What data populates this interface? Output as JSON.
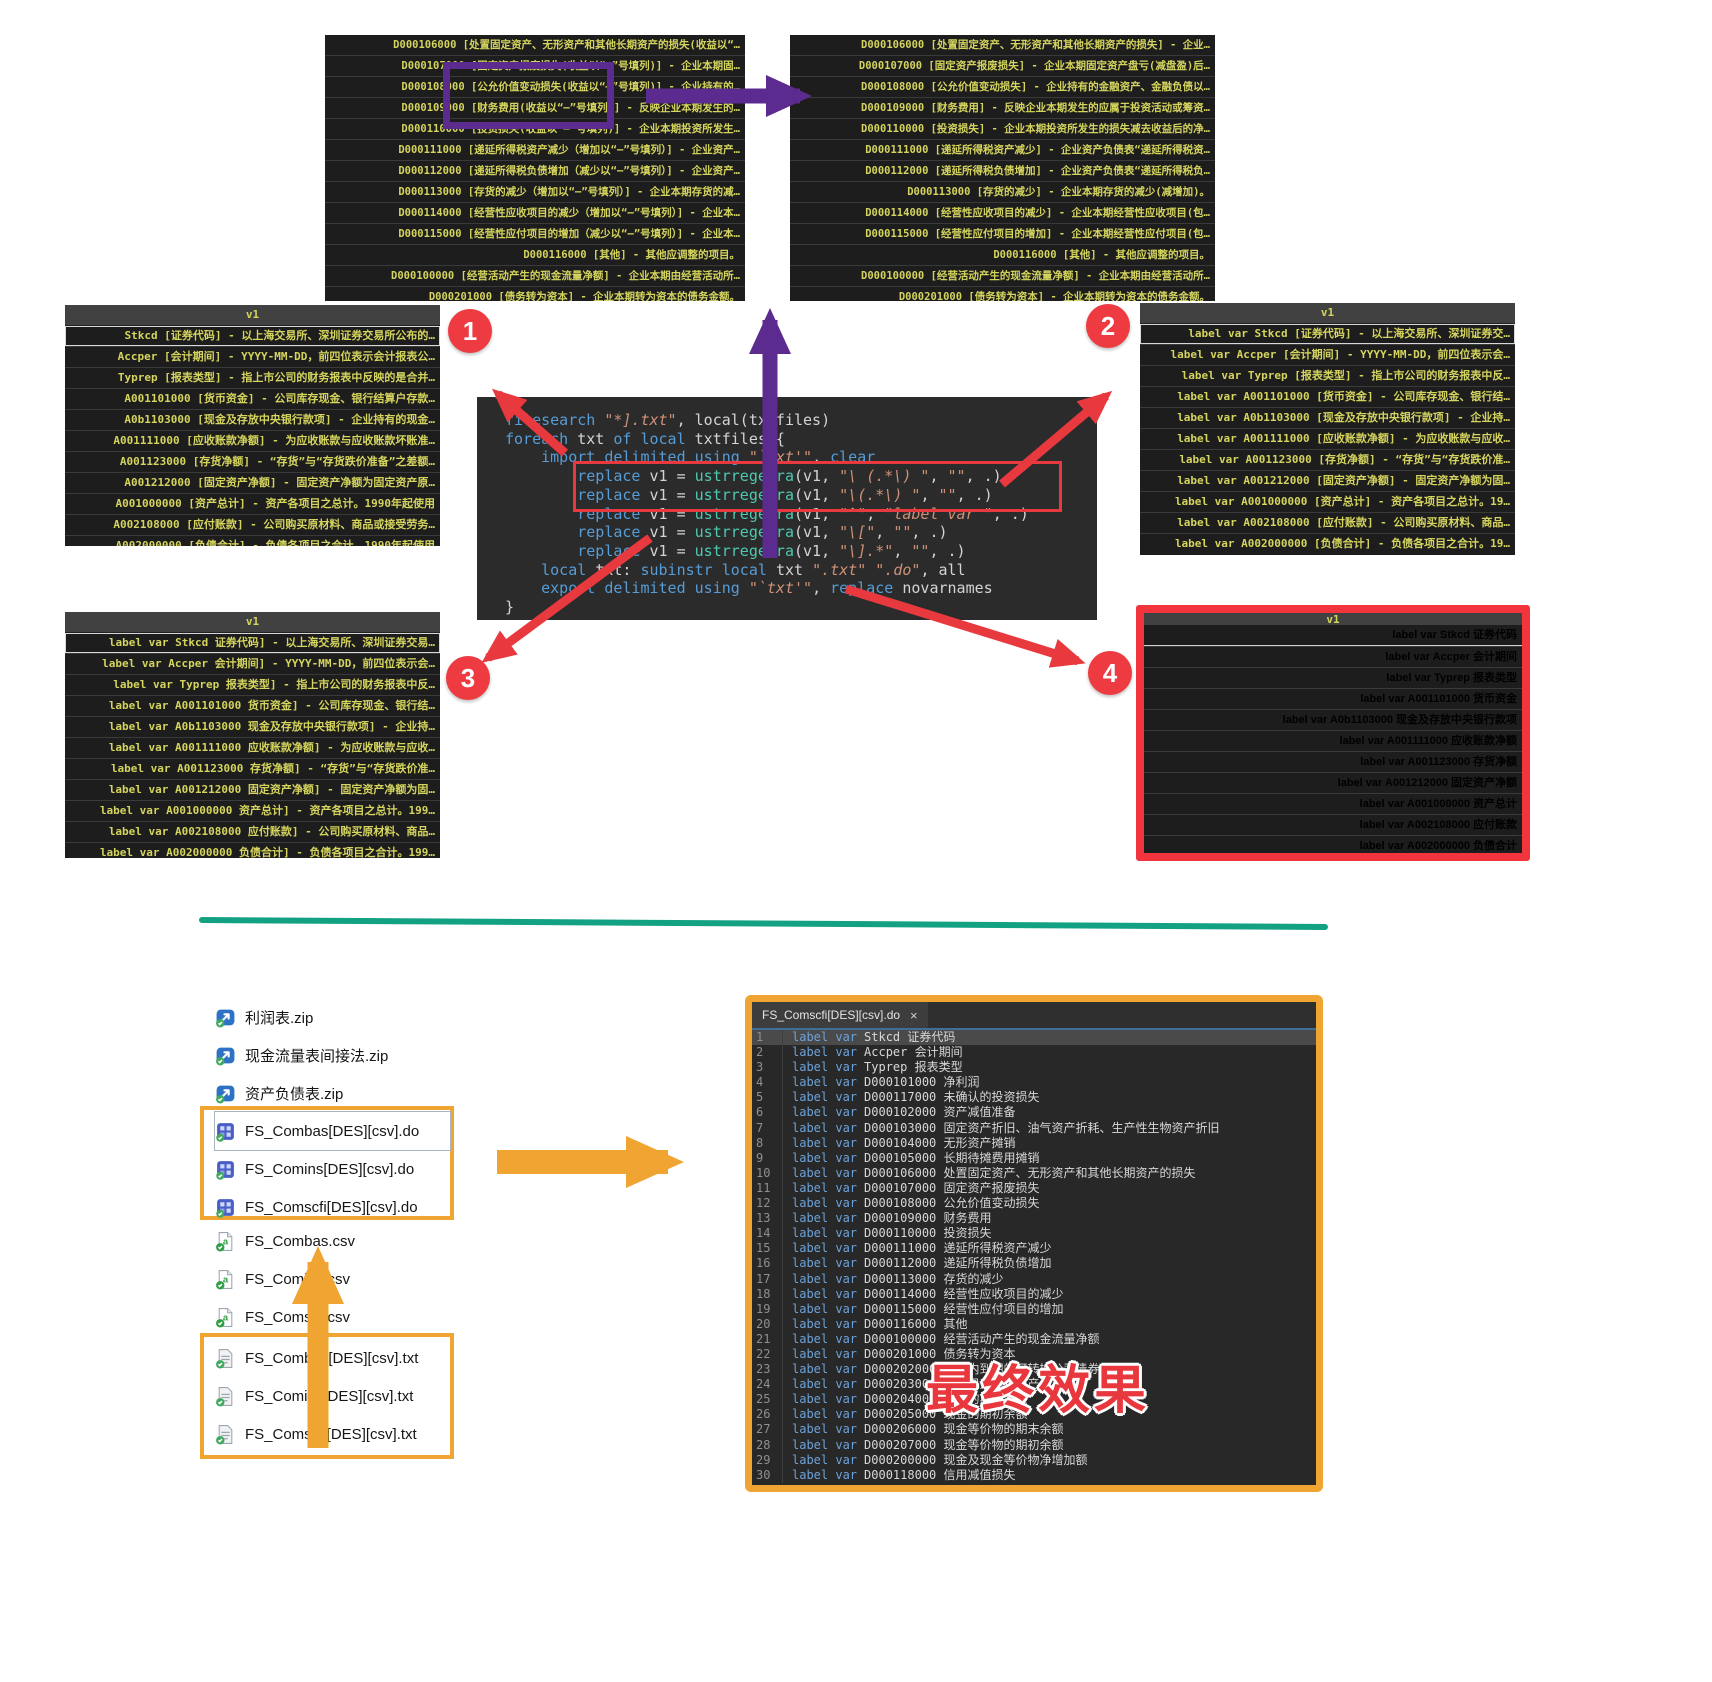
{
  "colors": {
    "accent_red": "#e8393f",
    "accent_purple": "#5b2b90",
    "accent_orange": "#f0a431",
    "teal_divider": "#13a184",
    "terminal_text": "#d4d45e",
    "keyword_blue": "#569cd6",
    "function_teal": "#4ec9b0",
    "string_orange": "#ce9178",
    "label_var_blue": "#6ca2d8"
  },
  "steps": {
    "s1": "1",
    "s2": "2",
    "s3": "3",
    "s4": "4"
  },
  "panel_tl": {
    "rows": [
      "D000106000 [处置固定资产、无形资产和其他长期资产的损失(收益以“…",
      "D000107000 [固定资产报废损失(收益以“—”号填列)] - 企业本期固…",
      "D000108000 [公允价值变动损失(收益以“—”号填列)] - 企业持有的…",
      "D000109000 [财务费用(收益以“—”号填列)] - 反映企业本期发生的…",
      "D000110000 [投资损失(收益以“—”号填列)] - 企业本期投资所发生…",
      "D000111000 [递延所得税资产减少（增加以“—”号填列）] - 企业资产…",
      "D000112000 [递延所得税负债增加（减少以“—”号填列）] - 企业资产…",
      "D000113000 [存货的减少（增加以“—”号填列）] - 企业本期存货的减…",
      "D000114000 [经营性应收项目的减少（增加以“—”号填列）] - 企业本…",
      "D000115000 [经营性应付项目的增加（减少以“—”号填列）] - 企业本…",
      "D000116000 [其他] - 其他应调整的项目。",
      "D000100000 [经营活动产生的现金流量净额] - 企业本期由经营活动所…",
      "D000201000 [债务转为资本] - 企业本期转为资本的债务金额。"
    ]
  },
  "panel_tr": {
    "rows": [
      "D000106000 [处置固定资产、无形资产和其他长期资产的损失] - 企业…",
      "D000107000 [固定资产报废损失] - 企业本期固定资产盘亏(减盘盈)后…",
      "D000108000 [公允价值变动损失] - 企业持有的金融资产、金融负债以…",
      "D000109000 [财务费用] - 反映企业本期发生的应属于投资活动或筹资…",
      "D000110000 [投资损失] - 企业本期投资所发生的损失减去收益后的净…",
      "D000111000 [递延所得税资产减少] - 企业资产负债表“递延所得税资…",
      "D000112000 [递延所得税负债增加] - 企业资产负债表“递延所得税负…",
      "D000113000 [存货的减少] - 企业本期存货的减少(减增加)。",
      "D000114000 [经营性应收项目的减少] - 企业本期经营性应收项目(包…",
      "D000115000 [经营性应付项目的增加] - 企业本期经营性应付项目(包…",
      "D000116000 [其他] - 其他应调整的项目。",
      "D000100000 [经营活动产生的现金流量净额] - 企业本期由经营活动所…",
      "D000201000 [债务转为资本] - 企业本期转为资本的债务金额。"
    ]
  },
  "panel1": {
    "header": "v1",
    "rows": [
      "Stkcd [证券代码] - 以上海交易所、深圳证券交易所公布的…",
      "Accper [会计期间] - YYYY-MM-DD，前四位表示会计报表公…",
      "Typrep [报表类型] - 指上市公司的财务报表中反映的是合并…",
      "A001101000 [货币资金] - 公司库存现金、银行结算户存款…",
      "A0b1103000 [现金及存放中央银行款项] - 企业持有的现金…",
      "A001111000 [应收账款净额] - 为应收账款与应收账款坏账准…",
      "A001123000 [存货净额] - “存货”与“存货跌价准备”之差额…",
      "A001212000 [固定资产净额] - 固定资产净额为固定资产原…",
      "A001000000 [资产总计] - 资产各项目之总计。1990年起使用",
      "A002108000 [应付账款] - 公司购买原材料、商品或接受劳务…",
      "A002000000 [负债合计] - 负债各项目之合计。1990年起使用"
    ]
  },
  "panel2": {
    "header": "v1",
    "rows": [
      "label var Stkcd [证券代码] - 以上海交易所、深圳证券交…",
      "label var Accper [会计期间] - YYYY-MM-DD，前四位表示会…",
      "label var Typrep [报表类型] - 指上市公司的财务报表中反…",
      "label var A001101000 [货币资金] - 公司库存现金、银行结…",
      "label var A0b1103000 [现金及存放中央银行款项] - 企业持…",
      "label var A001111000 [应收账款净额] - 为应收账款与应收…",
      "label var A001123000 [存货净额] - “存货”与“存货跌价准…",
      "label var A001212000 [固定资产净额] - 固定资产净额为固…",
      "label var A001000000 [资产总计] - 资产各项目之总计。19…",
      "label var A002108000 [应付账款] - 公司购买原材料、商品…",
      "label var A002000000 [负债合计] - 负债各项目之合计。19…"
    ]
  },
  "panel3": {
    "header": "v1",
    "rows": [
      "label var Stkcd 证券代码] - 以上海交易所、深圳证券交易…",
      "label var Accper 会计期间] - YYYY-MM-DD，前四位表示会…",
      "label var Typrep 报表类型] - 指上市公司的财务报表中反…",
      "label var A001101000 货币资金] - 公司库存现金、银行结…",
      "label var A0b1103000 现金及存放中央银行款项] - 企业持…",
      "label var A001111000 应收账款净额] - 为应收账款与应收…",
      "label var A001123000 存货净额] - “存货”与“存货跌价准…",
      "label var A001212000 固定资产净额] - 固定资产净额为固…",
      "label var A001000000 资产总计] - 资产各项目之总计。199…",
      "label var A002108000 应付账款] - 公司购买原材料、商品…",
      "label var A002000000 负债合计] - 负债各项目之合计。199…"
    ]
  },
  "panel4": {
    "header": "v1",
    "rows": [
      "label var Stkcd 证券代码",
      "label var Accper 会计期间",
      "label var Typrep 报表类型",
      "label var A001101000 货币资金",
      "label var A0b1103000 现金及存放中央银行款项",
      "label var A001111000 应收账款净额",
      "label var A001123000 存货净额",
      "label var A001212000 固定资产净额",
      "label var A001000000 资产总计",
      "label var A002108000 应付账款",
      "label var A002000000 负债合计"
    ]
  },
  "code": {
    "lines": [
      [
        [
          "k",
          "filesearch "
        ],
        [
          "s",
          "\"*].txt\""
        ],
        [
          "p",
          ", local(txtfiles)"
        ]
      ],
      [
        [
          "k",
          "foreach "
        ],
        [
          "p",
          "txt "
        ],
        [
          "k",
          "of local "
        ],
        [
          "p",
          "txtfiles {"
        ]
      ],
      [
        [
          "p",
          "    "
        ],
        [
          "k",
          "import delimited using "
        ],
        [
          "s",
          "\"`txt'\""
        ],
        [
          "p",
          ", "
        ],
        [
          "k",
          "clear"
        ]
      ],
      [
        [
          "p",
          "        "
        ],
        [
          "k",
          "replace "
        ],
        [
          "p",
          "v1 = "
        ],
        [
          "f",
          "ustrregexra"
        ],
        [
          "p",
          "(v1, "
        ],
        [
          "s",
          "\"\\ (.*\\) \""
        ],
        [
          "p",
          ", "
        ],
        [
          "s",
          "\"\""
        ],
        [
          "p",
          ", .)"
        ]
      ],
      [
        [
          "p",
          "        "
        ],
        [
          "k",
          "replace "
        ],
        [
          "p",
          "v1 = "
        ],
        [
          "f",
          "ustrregexra"
        ],
        [
          "p",
          "(v1, "
        ],
        [
          "s",
          "\"\\(.*\\) \""
        ],
        [
          "p",
          ", "
        ],
        [
          "s",
          "\"\""
        ],
        [
          "p",
          ", .)"
        ]
      ],
      [
        [
          "p",
          "        "
        ],
        [
          "k",
          "replace "
        ],
        [
          "p",
          "v1 = "
        ],
        [
          "f",
          "ustrregexra"
        ],
        [
          "p",
          "(v1, "
        ],
        [
          "s",
          "\"^\""
        ],
        [
          "p",
          ", "
        ],
        [
          "s",
          "\"label var \""
        ],
        [
          "p",
          ", .)"
        ]
      ],
      [
        [
          "p",
          "        "
        ],
        [
          "k",
          "replace "
        ],
        [
          "p",
          "v1 = "
        ],
        [
          "f",
          "ustrregexra"
        ],
        [
          "p",
          "(v1, "
        ],
        [
          "s",
          "\"\\[\""
        ],
        [
          "p",
          ", "
        ],
        [
          "s",
          "\"\""
        ],
        [
          "p",
          ", .)"
        ]
      ],
      [
        [
          "p",
          "        "
        ],
        [
          "k",
          "replace "
        ],
        [
          "p",
          "v1 = "
        ],
        [
          "f",
          "ustrregexra"
        ],
        [
          "p",
          "(v1, "
        ],
        [
          "s",
          "\"\\].*\""
        ],
        [
          "p",
          ", "
        ],
        [
          "s",
          "\"\""
        ],
        [
          "p",
          ", .)"
        ]
      ],
      [
        [
          "p",
          "    "
        ],
        [
          "k",
          "local "
        ],
        [
          "p",
          "txt: "
        ],
        [
          "k",
          "subinstr "
        ],
        [
          "k",
          "local "
        ],
        [
          "p",
          "txt "
        ],
        [
          "s",
          "\".txt\""
        ],
        [
          "p",
          " "
        ],
        [
          "s",
          "\".do\""
        ],
        [
          "p",
          ", all"
        ]
      ],
      [
        [
          "p",
          "    "
        ],
        [
          "k",
          "export delimited using "
        ],
        [
          "s",
          "\"`txt'\""
        ],
        [
          "p",
          ", "
        ],
        [
          "k",
          "replace "
        ],
        [
          "p",
          "novarnames"
        ]
      ],
      [
        [
          "p",
          "}"
        ]
      ]
    ]
  },
  "files": {
    "zip": [
      "利润表.zip",
      "现金流量表间接法.zip",
      "资产负债表.zip"
    ],
    "do": [
      "FS_Combas[DES][csv].do",
      "FS_Comins[DES][csv].do",
      "FS_Comscfi[DES][csv].do"
    ],
    "csv": [
      "FS_Combas.csv",
      "FS_Comins.csv",
      "FS_Comscf.csv"
    ],
    "txt": [
      "FS_Combas[DES][csv].txt",
      "FS_Comins[DES][csv].txt",
      "FS_Comscfi[DES][csv].txt"
    ]
  },
  "editor": {
    "tab": "FS_Comscfi[DES][csv].do",
    "close": "×",
    "prefix": "label var",
    "lines": [
      "Stkcd 证券代码",
      "Accper 会计期间",
      "Typrep 报表类型",
      "D000101000 净利润",
      "D000117000 未确认的投资损失",
      "D000102000 资产减值准备",
      "D000103000 固定资产折旧、油气资产折耗、生产性生物资产折旧",
      "D000104000 无形资产摊销",
      "D000105000 长期待摊费用摊销",
      "D000106000 处置固定资产、无形资产和其他长期资产的损失",
      "D000107000 固定资产报废损失",
      "D000108000 公允价值变动损失",
      "D000109000 财务费用",
      "D000110000 投资损失",
      "D000111000 递延所得税资产减少",
      "D000112000 递延所得税负债增加",
      "D000113000 存货的减少",
      "D000114000 经营性应收项目的减少",
      "D000115000 经营性应付项目的增加",
      "D000116000 其他",
      "D000100000 经营活动产生的现金流量净额",
      "D000201000 债务转为资本",
      "D000202000 一年内到期的可转换公司债券",
      "D000203000 融资租入固定资产",
      "D000204000 现金的期末余额",
      "D000205000 现金的期初余额",
      "D000206000 现金等价物的期末余额",
      "D000207000 现金等价物的期初余额",
      "D000200000 现金及现金等价物净增加额",
      "D000118000 信用减值损失"
    ]
  },
  "watermark": "最终效果"
}
